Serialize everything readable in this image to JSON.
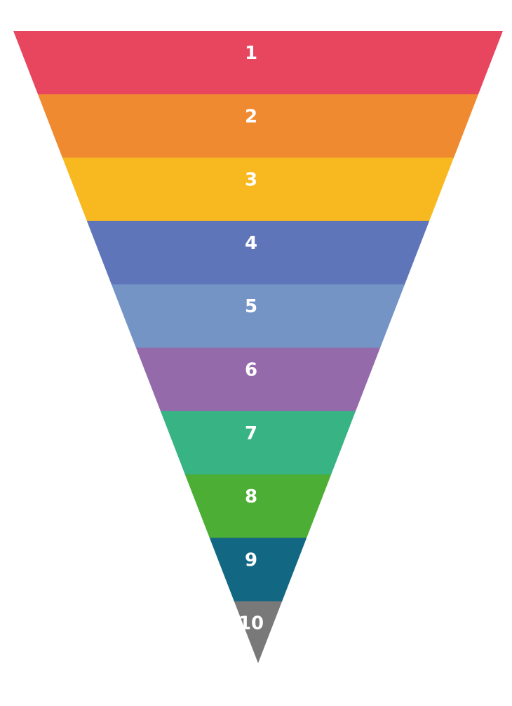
{
  "diagram": {
    "type": "inverted-funnel",
    "layers": [
      {
        "label": "1",
        "color": "#E8455E"
      },
      {
        "label": "2",
        "color": "#F08A31"
      },
      {
        "label": "3",
        "color": "#F8B81F"
      },
      {
        "label": "4",
        "color": "#5F75B9"
      },
      {
        "label": "5",
        "color": "#7494C5"
      },
      {
        "label": "6",
        "color": "#946AAA"
      },
      {
        "label": "7",
        "color": "#38B384"
      },
      {
        "label": "8",
        "color": "#4DAE35"
      },
      {
        "label": "9",
        "color": "#126783"
      },
      {
        "label": "10",
        "color": "#797979"
      }
    ]
  }
}
